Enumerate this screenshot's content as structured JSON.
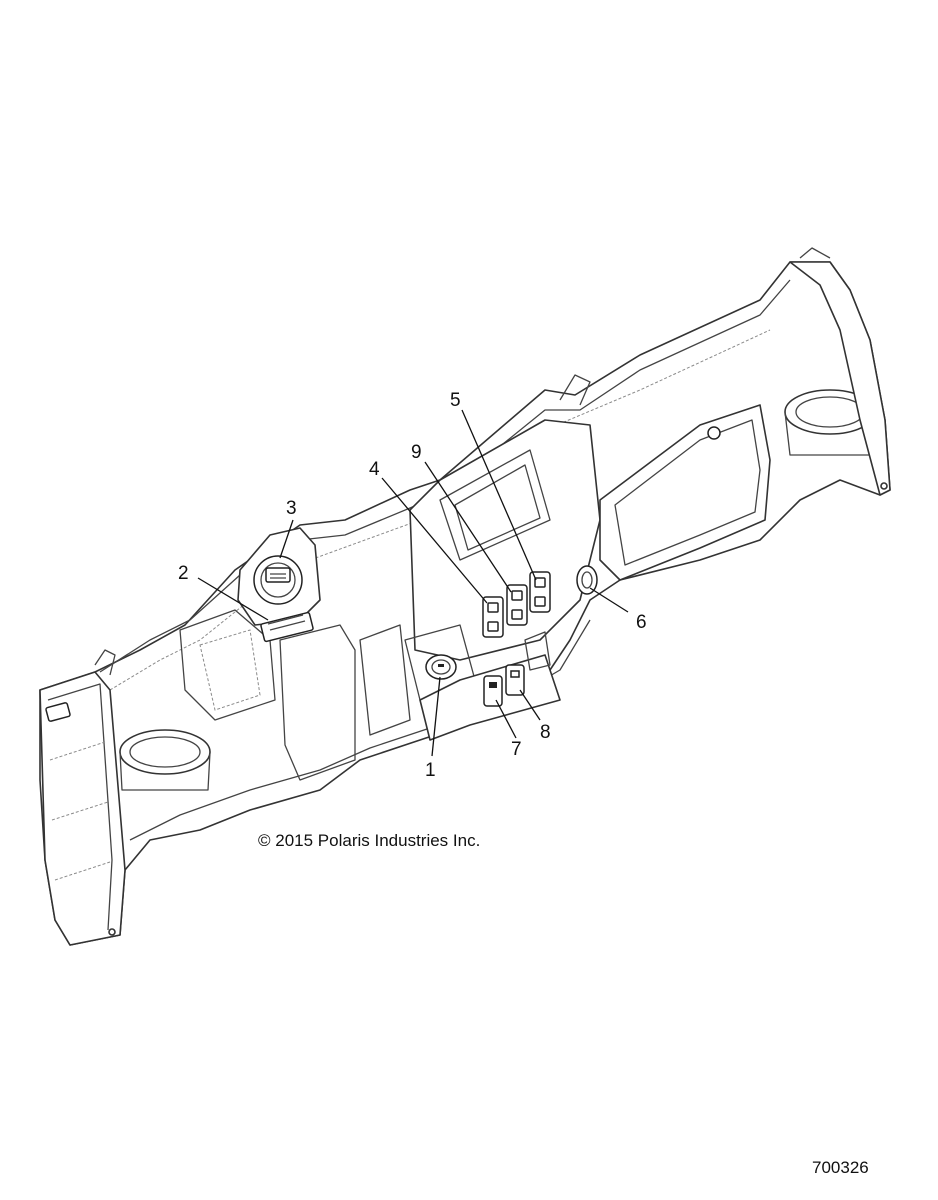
{
  "diagram": {
    "callouts": [
      {
        "id": "1",
        "label": "1"
      },
      {
        "id": "2",
        "label": "2"
      },
      {
        "id": "3",
        "label": "3"
      },
      {
        "id": "4",
        "label": "4"
      },
      {
        "id": "5",
        "label": "5"
      },
      {
        "id": "6",
        "label": "6"
      },
      {
        "id": "7",
        "label": "7"
      },
      {
        "id": "8",
        "label": "8"
      },
      {
        "id": "9",
        "label": "9"
      }
    ],
    "copyright": "© 2015 Polaris Industries Inc.",
    "figure_number": "700326"
  }
}
